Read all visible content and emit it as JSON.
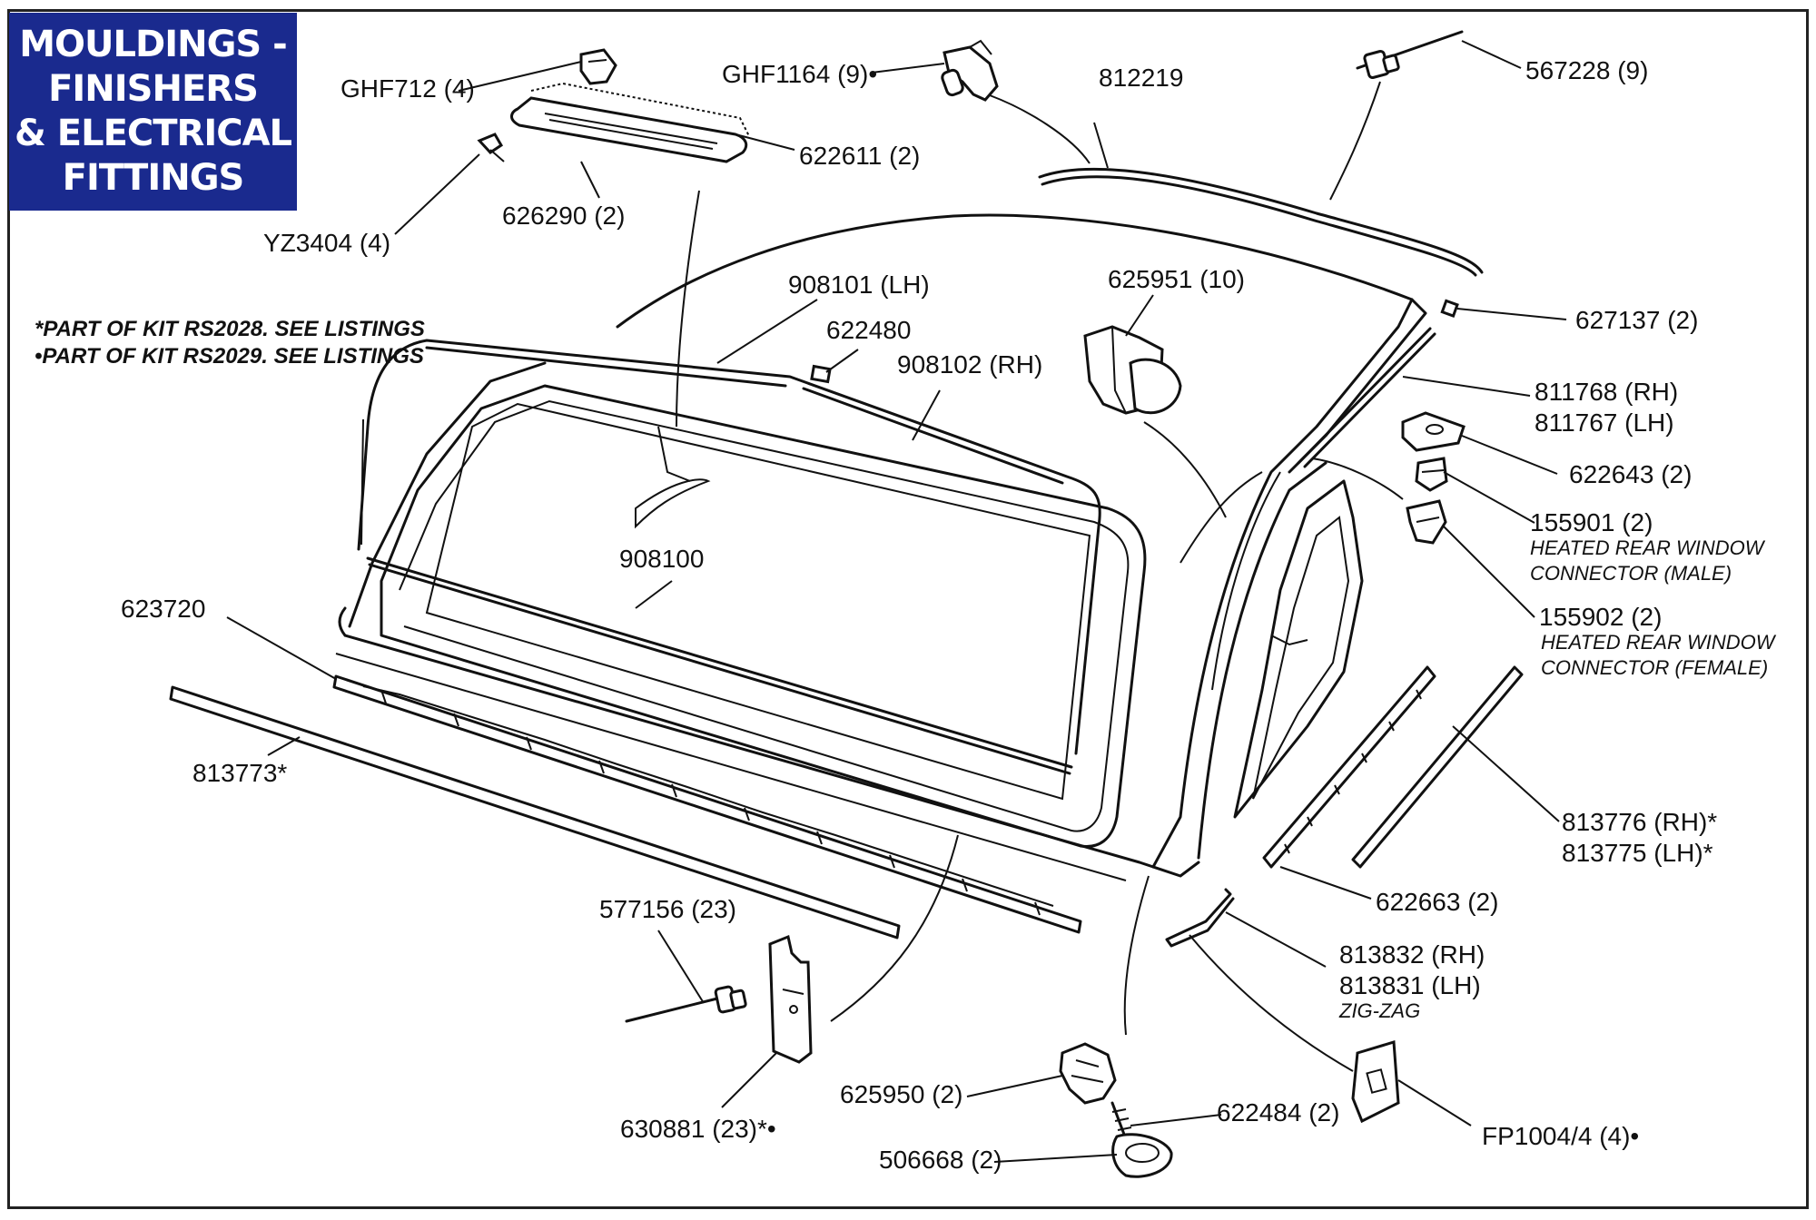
{
  "title": {
    "lines": [
      "MOULDINGS -",
      "FINISHERS",
      "& ELECTRICAL",
      "FITTINGS"
    ]
  },
  "notes": [
    "*PART OF KIT RS2028. SEE LISTINGS",
    "•PART OF KIT RS2029. SEE LISTINGS"
  ],
  "colors": {
    "title_background": "#1a2a8e",
    "title_text": "#ffffff",
    "line": "#111111"
  },
  "labels": {
    "ghf712": "GHF712 (4)",
    "ghf1164": "GHF1164 (9)•",
    "p812219": "812219",
    "p567228": "567228 (9)",
    "p622611": "622611 (2)",
    "p626290": "626290 (2)",
    "yz3404": "YZ3404 (4)",
    "p908101": "908101 (LH)",
    "p622480": "622480",
    "p908102": "908102 (RH)",
    "p625951": "625951 (10)",
    "p627137": "627137 (2)",
    "p811768": "811768 (RH)",
    "p811767": "811767 (LH)",
    "p622643": "622643 (2)",
    "p155901": "155901 (2)",
    "p155901_desc_1": "HEATED REAR WINDOW",
    "p155901_desc_2": "CONNECTOR (MALE)",
    "p155902": "155902 (2)",
    "p155902_desc_1": "HEATED REAR WINDOW",
    "p155902_desc_2": "CONNECTOR (FEMALE)",
    "p908100": "908100",
    "p623720": "623720",
    "p813773": "813773*",
    "p813776": "813776 (RH)*",
    "p813775": "813775 (LH)*",
    "p622663": "622663 (2)",
    "p577156": "577156 (23)",
    "p813832": "813832 (RH)",
    "p813831": "813831 (LH)",
    "p813831_desc": "ZIG-ZAG",
    "p625950": "625950 (2)",
    "p622484": "622484 (2)",
    "p630881": "630881 (23)*•",
    "p506668": "506668 (2)",
    "fp1004": "FP1004/4 (4)•"
  }
}
